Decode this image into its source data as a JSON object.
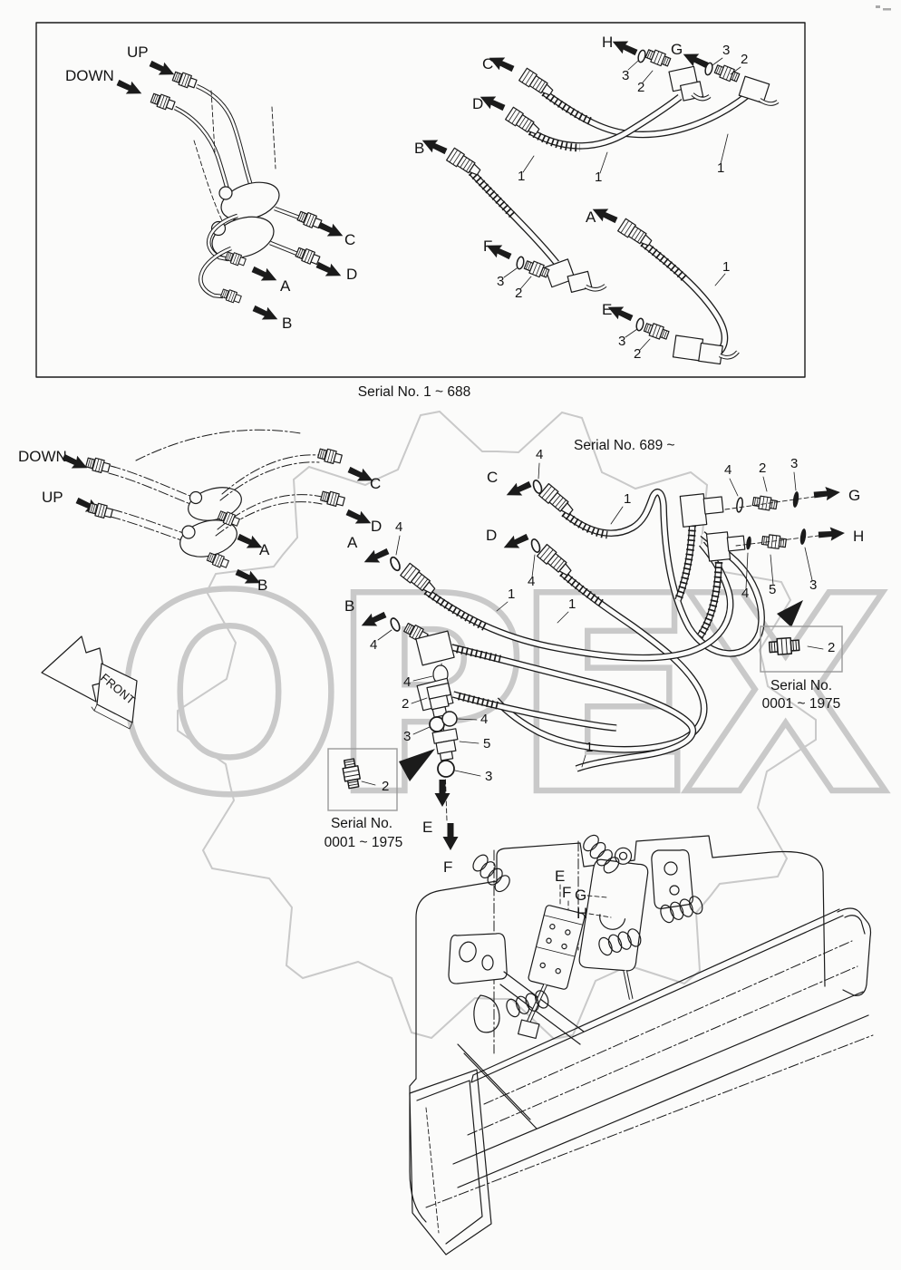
{
  "colors": {
    "line": "#1b1b1b",
    "watermark": "#c9c9c9",
    "paper": "#fbfbfa"
  },
  "watermark": {
    "text": "OPEX"
  },
  "figure_top": {
    "caption": "Serial No. 1 ~ 688"
  },
  "figure_bottom": {
    "serial_label": "Serial No. 689 ~",
    "front_label": "FRONT"
  },
  "inset": {
    "line1": "Serial No.",
    "line2": "0001 ~ 1975"
  },
  "ports": {
    "up": "UP",
    "down": "DOWN",
    "a": "A",
    "b": "B",
    "c": "C",
    "d": "D",
    "e": "E",
    "f": "F",
    "g": "G",
    "h": "H"
  },
  "items": {
    "i1": "1",
    "i2": "2",
    "i3": "3",
    "i4": "4",
    "i5": "5"
  }
}
